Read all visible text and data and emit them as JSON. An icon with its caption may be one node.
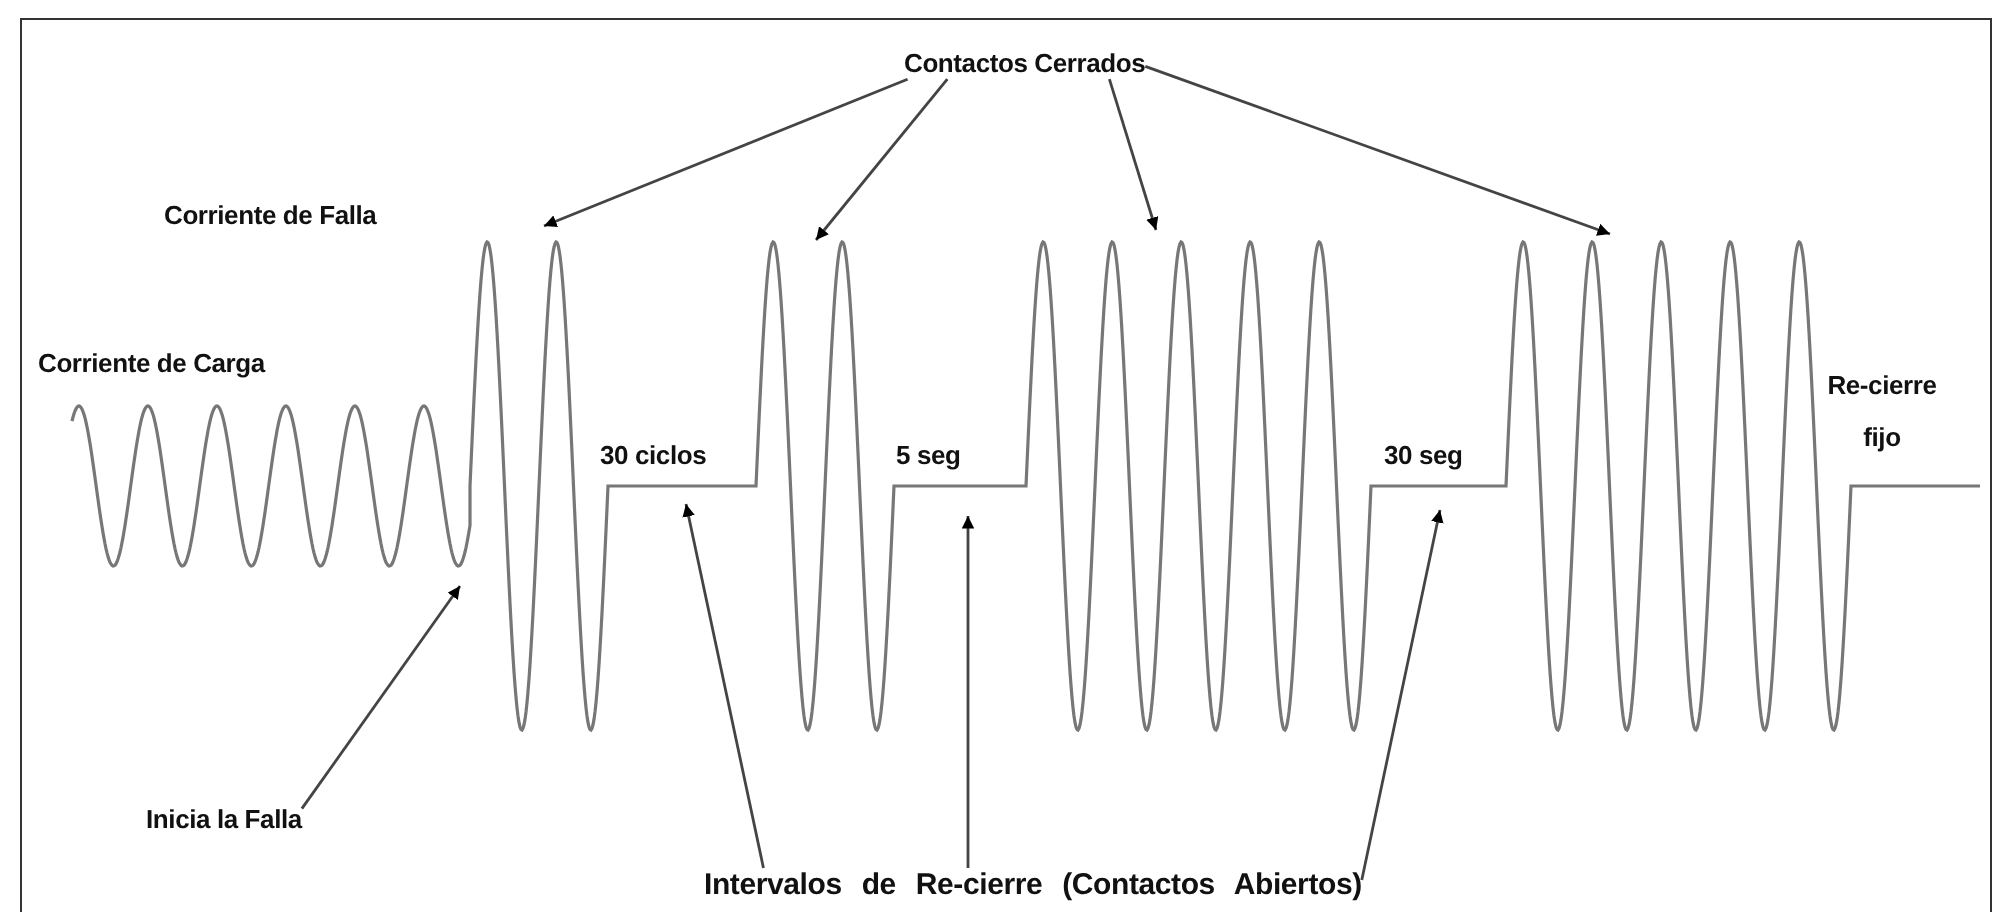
{
  "diagram": {
    "nodes": [
      {
        "text": [
          "Contactos Cerrados"
        ]
      },
      {
        "text": [
          "Inicia la Falla"
        ]
      },
      {
        "text": [
          "Intervalos de Re-cierre (Contactos Abiertos)"
        ]
      }
    ],
    "edges": [
      {
        "from": 0,
        "to": null,
        "arrow": "to"
      },
      {
        "from": 0,
        "to": null,
        "arrow": "to"
      },
      {
        "from": 0,
        "to": null,
        "arrow": "to"
      },
      {
        "from": 0,
        "to": null,
        "arrow": "to"
      },
      {
        "from": 1,
        "to": null,
        "arrow": "to"
      },
      {
        "from": 2,
        "to": null,
        "arrow": "to"
      },
      {
        "from": 2,
        "to": null,
        "arrow": "to"
      },
      {
        "from": 2,
        "to": null,
        "arrow": "to"
      }
    ],
    "labels": [
      "Corriente de Falla",
      "Corriente de Carga",
      "30 ciclos",
      "5 seg",
      "30 seg",
      "Re-cierre fijo"
    ]
  }
}
